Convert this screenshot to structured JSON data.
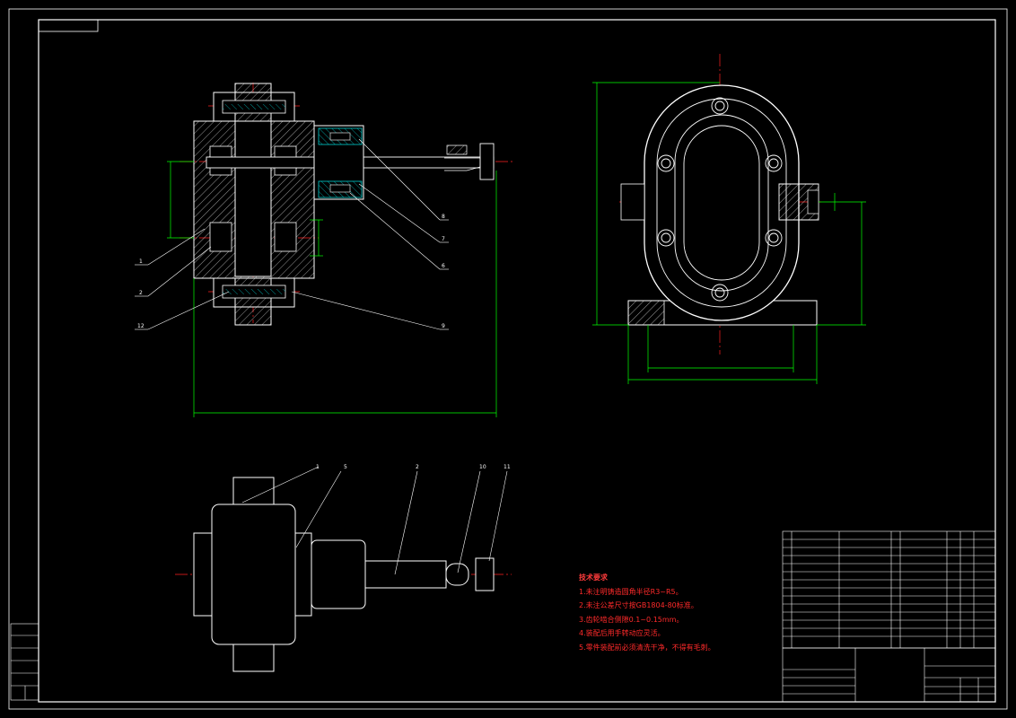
{
  "notes": {
    "title": "技术要求",
    "items": [
      "1.未注明铸造圆角半径R3~R5。",
      "2.未注公差尺寸按GB1804-80标准。",
      "3.齿轮啮合侧隙0.1~0.15mm。",
      "4.装配后用手转动应灵活。",
      "5.零件装配前必须清洗干净，不得有毛刺。"
    ]
  },
  "balloons": {
    "front": [
      "8",
      "7",
      "6",
      "9",
      "1",
      "2",
      "12"
    ],
    "bottom": [
      "1",
      "5",
      "2",
      "10",
      "11"
    ]
  },
  "colors": {
    "background": "#000000",
    "frame": "#ffffff",
    "center_line": "#ff2020",
    "dimension": "#00ff00",
    "hatch": "#00cccc",
    "annotation": "#ff2a2a"
  }
}
